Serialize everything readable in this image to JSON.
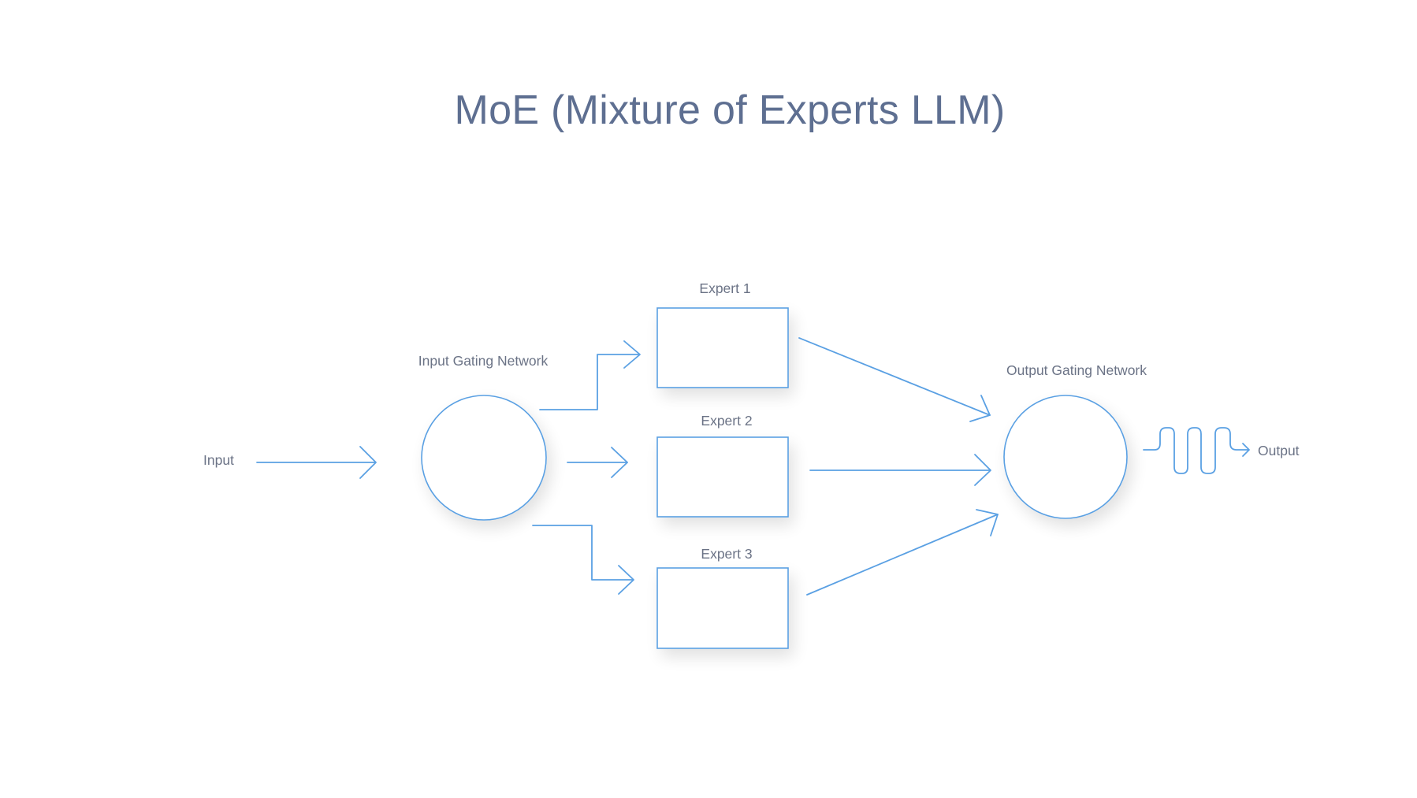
{
  "title": "MoE (Mixture of Experts LLM)",
  "colors": {
    "line": "#5aa0e3",
    "title_text": "#5e6f91",
    "label_text": "#6b7386"
  },
  "labels": {
    "input": "Input",
    "input_gating": "Input Gating Network",
    "expert_1": "Expert 1",
    "expert_2": "Expert 2",
    "expert_3": "Expert 3",
    "output_gating": "Output Gating Network",
    "output": "Output"
  },
  "nodes": [
    {
      "id": "input",
      "type": "text"
    },
    {
      "id": "input_gating",
      "type": "circle"
    },
    {
      "id": "expert_1",
      "type": "box"
    },
    {
      "id": "expert_2",
      "type": "box"
    },
    {
      "id": "expert_3",
      "type": "box"
    },
    {
      "id": "output_gating",
      "type": "circle"
    },
    {
      "id": "output",
      "type": "text"
    }
  ],
  "edges": [
    {
      "from": "input",
      "to": "input_gating"
    },
    {
      "from": "input_gating",
      "to": "expert_1"
    },
    {
      "from": "input_gating",
      "to": "expert_2"
    },
    {
      "from": "input_gating",
      "to": "expert_3"
    },
    {
      "from": "expert_1",
      "to": "output_gating"
    },
    {
      "from": "expert_2",
      "to": "output_gating"
    },
    {
      "from": "expert_3",
      "to": "output_gating"
    },
    {
      "from": "output_gating",
      "to": "output"
    }
  ]
}
